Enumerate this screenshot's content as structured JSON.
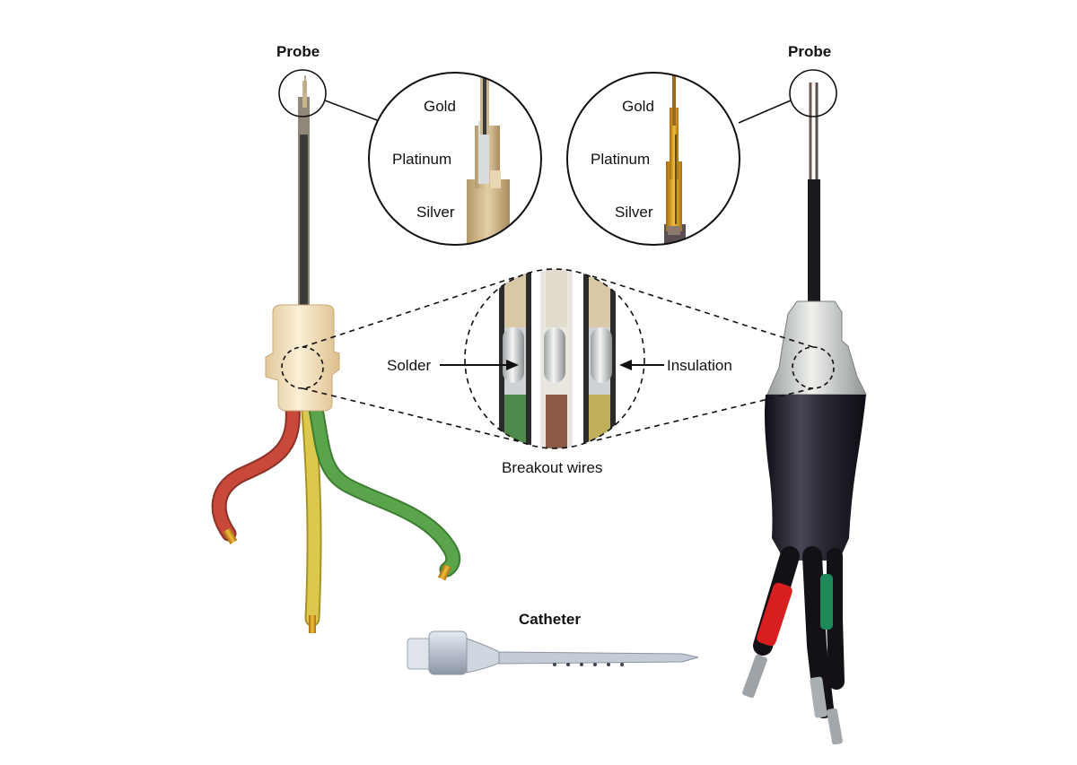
{
  "labels": {
    "probe_left": "Probe",
    "probe_right": "Probe",
    "gold_left": "Gold",
    "platinum_left": "Platinum",
    "silver_left": "Silver",
    "gold_right": "Gold",
    "platinum_right": "Platinum",
    "silver_right": "Silver",
    "solder": "Solder",
    "insulation": "Insulation",
    "breakout_wires": "Breakout wires",
    "catheter": "Catheter"
  },
  "colors": {
    "wire_red": "#c8483a",
    "wire_yellow": "#d9c54a",
    "wire_green": "#5aa54b",
    "housing": "#f3dfb8",
    "rod_dark": "#3a3a3a",
    "gold_wire": "#d49a1f",
    "sleeve_black": "#1e1b24",
    "catheter_clear": "#cdd6e2"
  }
}
